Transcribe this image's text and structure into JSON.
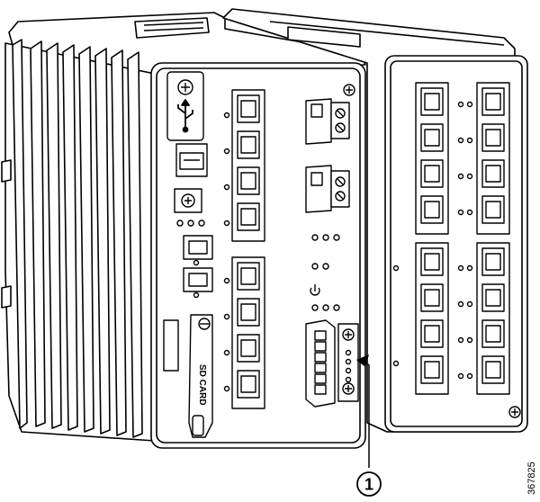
{
  "callout": {
    "number": "1"
  },
  "sd_card_label": "SD CARD",
  "figure_id": "367825",
  "colors": {
    "ink": "#000000",
    "paper": "#ffffff",
    "shade": "#f2f2f2"
  },
  "front_panel": {
    "rj45_ports_left_column": 8,
    "sfp_ports": 2,
    "power_connectors": 2,
    "alarm_connector_pins": 6
  },
  "expansion_module": {
    "rj45_ports": 16
  },
  "icons": [
    "usb-icon",
    "console-port-icon",
    "screw-icon"
  ]
}
